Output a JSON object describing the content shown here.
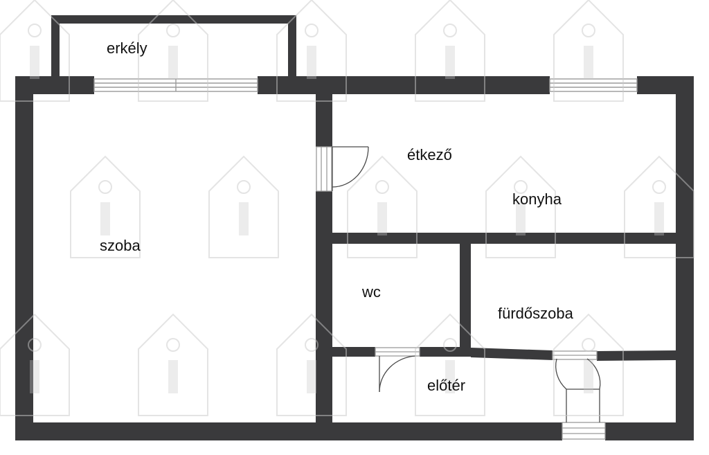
{
  "floor_plan": {
    "rooms": {
      "erkely": "erkély",
      "szoba": "szoba",
      "etkezo": "étkező",
      "konyha": "konyha",
      "wc": "wc",
      "furdoszoba": "fürdőszoba",
      "eloter": "előtér"
    }
  },
  "colors": {
    "wall": "#3a3a3c",
    "background": "#ffffff",
    "window_frame": "#9a9a9a",
    "watermark": "#c8c8c8",
    "label": "#111111"
  },
  "watermark": {
    "icon": "house-info-icon"
  }
}
